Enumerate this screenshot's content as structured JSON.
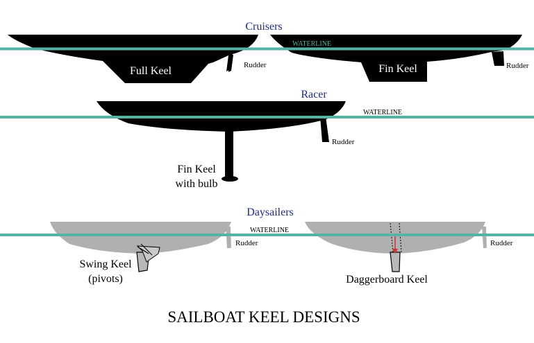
{
  "sections": {
    "cruisers": "Cruisers",
    "racer": "Racer",
    "daysailers": "Daysailers"
  },
  "labels": {
    "waterline": "WATERLINE",
    "rudder": "Rudder",
    "full_keel": "Full Keel",
    "fin_keel": "Fin Keel",
    "fin_keel_bulb_line1": "Fin Keel",
    "fin_keel_bulb_line2": "with bulb",
    "swing_keel_line1": "Swing Keel",
    "swing_keel_line2": "(pivots)",
    "daggerboard_keel": "Daggerboard Keel"
  },
  "title": "SAILBOAT KEEL DESIGNS",
  "colors": {
    "waterline": "#55b3a3",
    "hull_dark": "#000000",
    "hull_light": "#b0b0b0",
    "section_title": "#1f2a86",
    "arrow": "#d03030"
  }
}
